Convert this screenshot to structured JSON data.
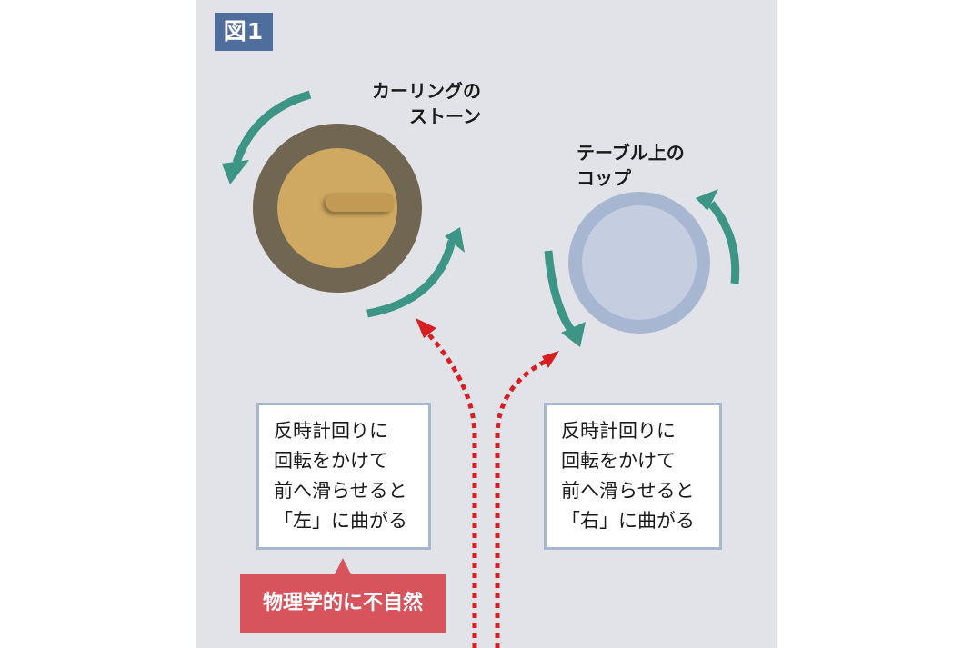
{
  "figure_label": "図1",
  "stone": {
    "label_lines": [
      "カーリングの",
      "ストーン"
    ]
  },
  "cup": {
    "label_lines": [
      "テーブル上の",
      "コップ"
    ]
  },
  "left_box": {
    "lines": [
      "反時計回りに",
      "回転をかけて",
      "前へ滑らせると",
      "「左」に曲がる"
    ]
  },
  "right_box": {
    "lines": [
      "反時計回りに",
      "回転をかけて",
      "前へ滑らせると",
      "「右」に曲がる"
    ]
  },
  "warning": "物理学的に不自然",
  "colors": {
    "panel_bg": "#e2e3e8",
    "badge_blue": "#4f6e9d",
    "stone_outer": "#706652",
    "stone_inner": "#cfa861",
    "stone_handle": "#bf9750",
    "cup_outer": "#a7b7d1",
    "cup_inner": "#c4cee0",
    "arrow_teal": "#3c9585",
    "path_red": "#d91e22",
    "box_border": "#a7b7cd",
    "warning_red": "#d7545c"
  }
}
